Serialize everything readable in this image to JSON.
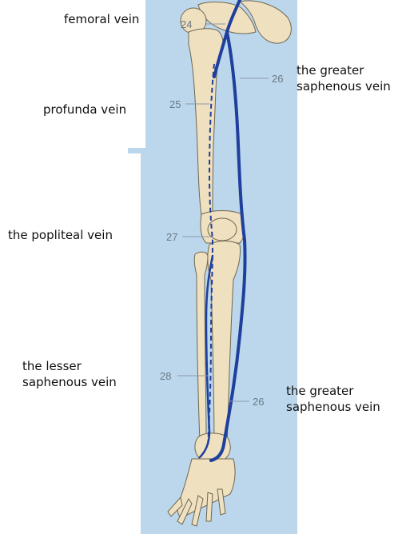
{
  "colors": {
    "background_panel": "#bcd7ec",
    "bone": "#efe0c0",
    "bone_outline": "#6f6650",
    "vein": "#1f3f9d",
    "leader": "#8c9aa6"
  },
  "labels": {
    "femoral_vein": "femoral vein",
    "greater_saphenous_upper_line1": "the greater",
    "greater_saphenous_upper_line2": "saphenous vein",
    "profunda_vein": "profunda vein",
    "popliteal_vein": "the popliteal vein",
    "lesser_saphenous_line1": "the lesser",
    "lesser_saphenous_line2": "saphenous vein",
    "greater_saphenous_lower_line1": "the greater",
    "greater_saphenous_lower_line2": "saphenous vein"
  },
  "numbers": {
    "femoral": "24",
    "greater_upper": "26",
    "profunda": "25",
    "popliteal": "27",
    "lesser": "28",
    "greater_lower": "26"
  }
}
